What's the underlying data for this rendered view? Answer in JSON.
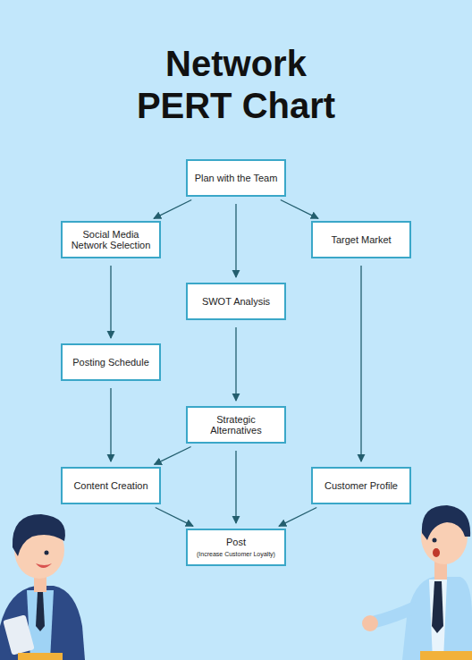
{
  "diagram": {
    "title": "Network PERT Chart",
    "nodes": [
      {
        "text": [
          "Plan with the Team"
        ]
      },
      {
        "text": [
          "Social Media Network Selection"
        ]
      },
      {
        "text": [
          "Target Market"
        ]
      },
      {
        "text": [
          "SWOT Analysis"
        ]
      },
      {
        "text": [
          "Posting Schedule"
        ]
      },
      {
        "text": [
          "Strategic Alternatives"
        ]
      },
      {
        "text": [
          "Content Creation"
        ]
      },
      {
        "text": [
          "Customer Profile"
        ]
      },
      {
        "text": [
          "Post",
          "(Increase Customer Loyalty)"
        ]
      }
    ],
    "edges": [
      {
        "from": 0,
        "to": 1,
        "arrow": "to"
      },
      {
        "from": 0,
        "to": 3,
        "arrow": "to"
      },
      {
        "from": 0,
        "to": 2,
        "arrow": "to"
      },
      {
        "from": 1,
        "to": 4,
        "arrow": "to"
      },
      {
        "from": 3,
        "to": 5,
        "arrow": "to"
      },
      {
        "from": 2,
        "to": 7,
        "arrow": "to"
      },
      {
        "from": 4,
        "to": 6,
        "arrow": "to"
      },
      {
        "from": 5,
        "to": 6,
        "arrow": "to"
      },
      {
        "from": 5,
        "to": 8,
        "arrow": "to"
      },
      {
        "from": 6,
        "to": 8,
        "arrow": "to"
      },
      {
        "from": 7,
        "to": 8,
        "arrow": "to"
      }
    ]
  }
}
